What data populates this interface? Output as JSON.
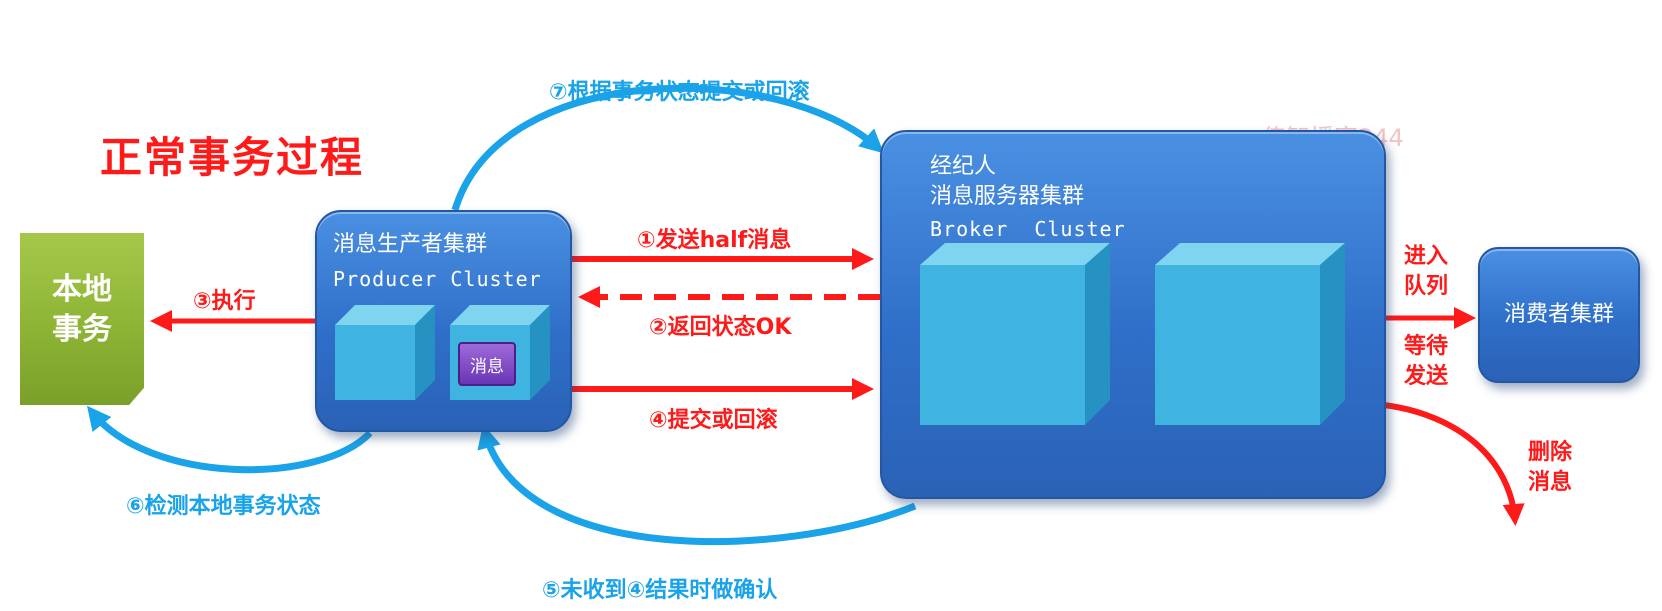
{
  "title": "正常事务过程",
  "watermark": "传智播客244",
  "local": {
    "line1": "本地",
    "line2": "事务"
  },
  "producer": {
    "title_cn": "消息生产者集群",
    "title_en": "Producer Cluster",
    "message_badge": "消息"
  },
  "broker": {
    "line1": "经纪人",
    "line2": "消息服务器集群",
    "line3": "Broker  Cluster"
  },
  "consumer": {
    "label": "消费者集群"
  },
  "steps": {
    "s1": "①发送half消息",
    "s2": "②返回状态OK",
    "s3": "③执行",
    "s4": "④提交或回滚",
    "s5": "⑤未收到④结果时做确认",
    "s6": "⑥检测本地事务状态",
    "s7": "⑦根据事务状态提交或回滚"
  },
  "enqueue": {
    "line1": "进入",
    "line2": "队列"
  },
  "wait": {
    "line1": "等待",
    "line2": "发送"
  },
  "delete": {
    "line1": "删除",
    "line2": "消息"
  },
  "colors": {
    "red": "#ff1a1a",
    "blue": "#1aa3e8",
    "box_blue": "#3a7bd5",
    "green": "#8bb233"
  }
}
